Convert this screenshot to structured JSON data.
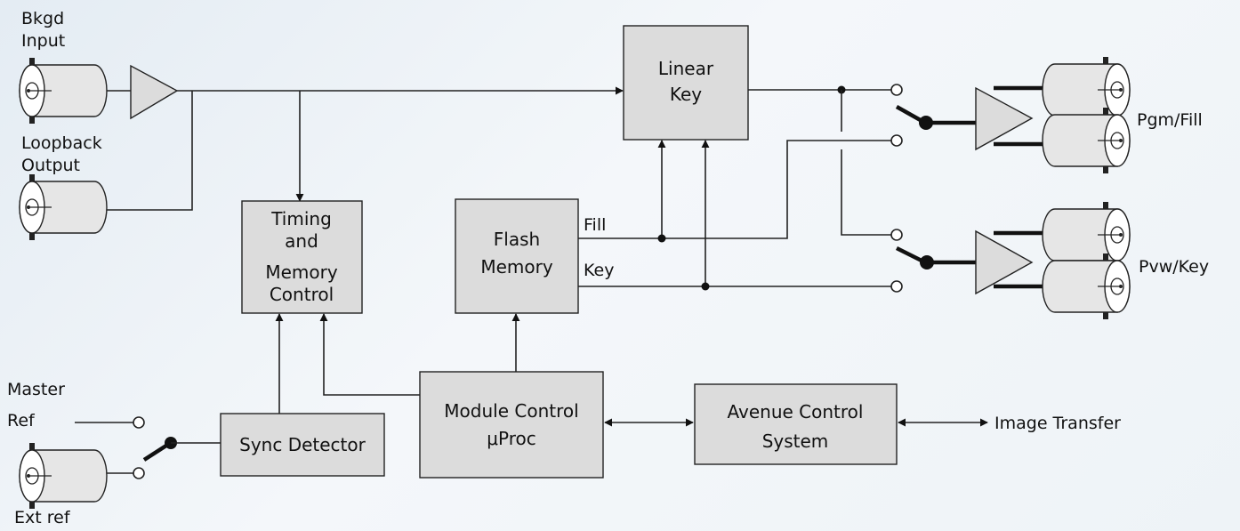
{
  "inputs": {
    "bkgd": [
      "Bkgd",
      "Input"
    ],
    "loopback": [
      "Loopback",
      "Output"
    ],
    "master_ref": [
      "Master",
      "Ref"
    ],
    "ext_ref": "Ext ref"
  },
  "blocks": {
    "linear_key": [
      "Linear",
      "Key"
    ],
    "timing": [
      "Timing",
      "and",
      "Memory",
      "Control"
    ],
    "flash": [
      "Flash",
      "Memory"
    ],
    "module_control": [
      "Module Control",
      "μProc"
    ],
    "avenue": [
      "Avenue Control",
      "System"
    ],
    "sync": "Sync Detector"
  },
  "signals": {
    "fill": "Fill",
    "key": "Key"
  },
  "outputs": {
    "pgm": "Pgm/Fill",
    "pvw": "Pvw/Key",
    "image_transfer": "Image Transfer"
  }
}
